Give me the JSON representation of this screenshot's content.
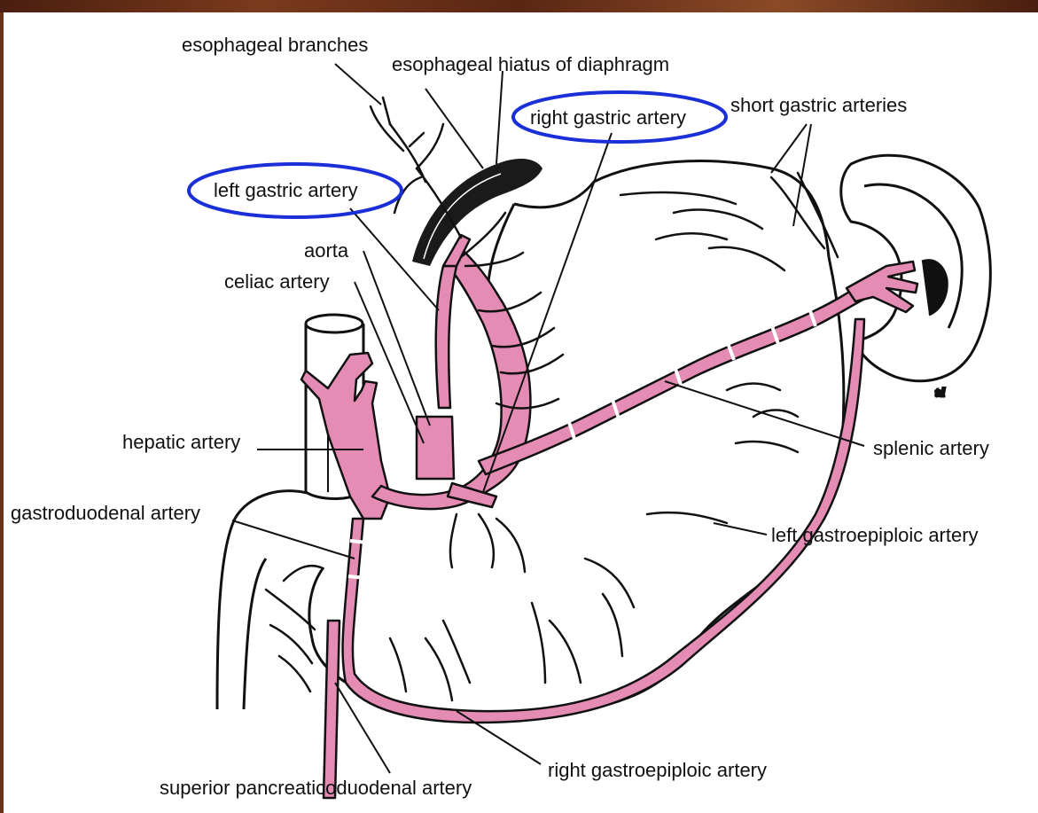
{
  "labels": {
    "esophageal_branches": "esophageal branches",
    "esophageal_hiatus": "esophageal hiatus of diaphragm",
    "right_gastric": "right gastric artery",
    "short_gastric": "short gastric arteries",
    "left_gastric": "left gastric artery",
    "aorta": "aorta",
    "celiac": "celiac artery",
    "hepatic": "hepatic artery",
    "splenic": "splenic artery",
    "gastroduodenal": "gastroduodenal artery",
    "left_gastroepiploic": "left gastroepiploic artery",
    "right_gastroepiploic": "right gastroepiploic artery",
    "superior_pancreaticoduodenal": "superior pancreaticoduodenal artery"
  },
  "artist_signature": "td",
  "colors": {
    "artery_fill": "#e48cb4",
    "highlight_circle": "#1a2fd8",
    "outline": "#111111",
    "top_border": "#6b3418"
  }
}
